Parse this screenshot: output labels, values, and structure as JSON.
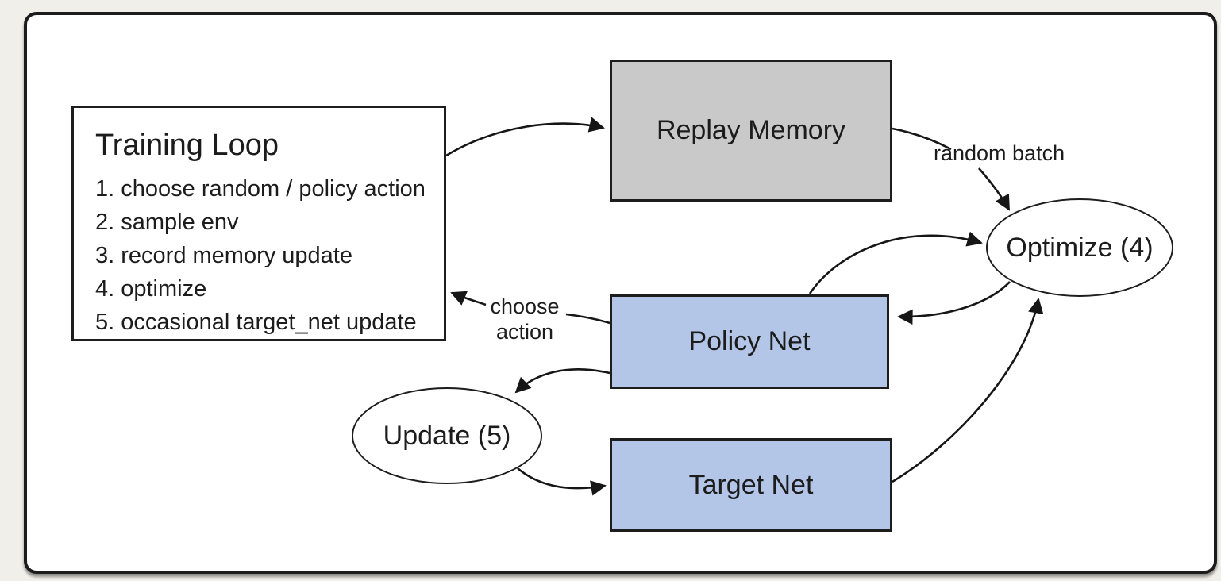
{
  "diagram": {
    "training_box": {
      "title": "Training Loop",
      "steps": [
        "1. choose random / policy action",
        "2. sample env",
        "3. record memory update",
        "4. optimize",
        "5. occasional target_net update"
      ]
    },
    "nodes": {
      "replay_memory": {
        "label": "Replay Memory",
        "fill": "#c9c9c9",
        "shape": "rect"
      },
      "policy_net": {
        "label": "Policy Net",
        "fill": "#b3c6e8",
        "shape": "rect"
      },
      "target_net": {
        "label": "Target Net",
        "fill": "#b3c6e8",
        "shape": "rect"
      },
      "optimize": {
        "label": "Optimize (4)",
        "fill": "#ffffff",
        "shape": "ellipse"
      },
      "update": {
        "label": "Update (5)",
        "fill": "#ffffff",
        "shape": "ellipse"
      }
    },
    "edge_labels": {
      "random_batch": "random batch",
      "choose_action_line1": "choose",
      "choose_action_line2": "action"
    },
    "edges": [
      "training_loop -> replay_memory",
      "replay_memory -> optimize (random batch)",
      "policy_net -> optimize",
      "optimize -> policy_net",
      "target_net -> optimize",
      "policy_net -> training_loop (choose action)",
      "policy_net -> update",
      "update -> target_net"
    ],
    "colors": {
      "page_background": "#f1efe9",
      "card_background": "#ffffff",
      "card_border": "#1c1c1c",
      "node_border": "#1d1d1d",
      "gray_node": "#c9c9c9",
      "blue_node": "#b3c6e8",
      "edge_stroke": "#161616",
      "text": "#1c1c1c"
    }
  }
}
